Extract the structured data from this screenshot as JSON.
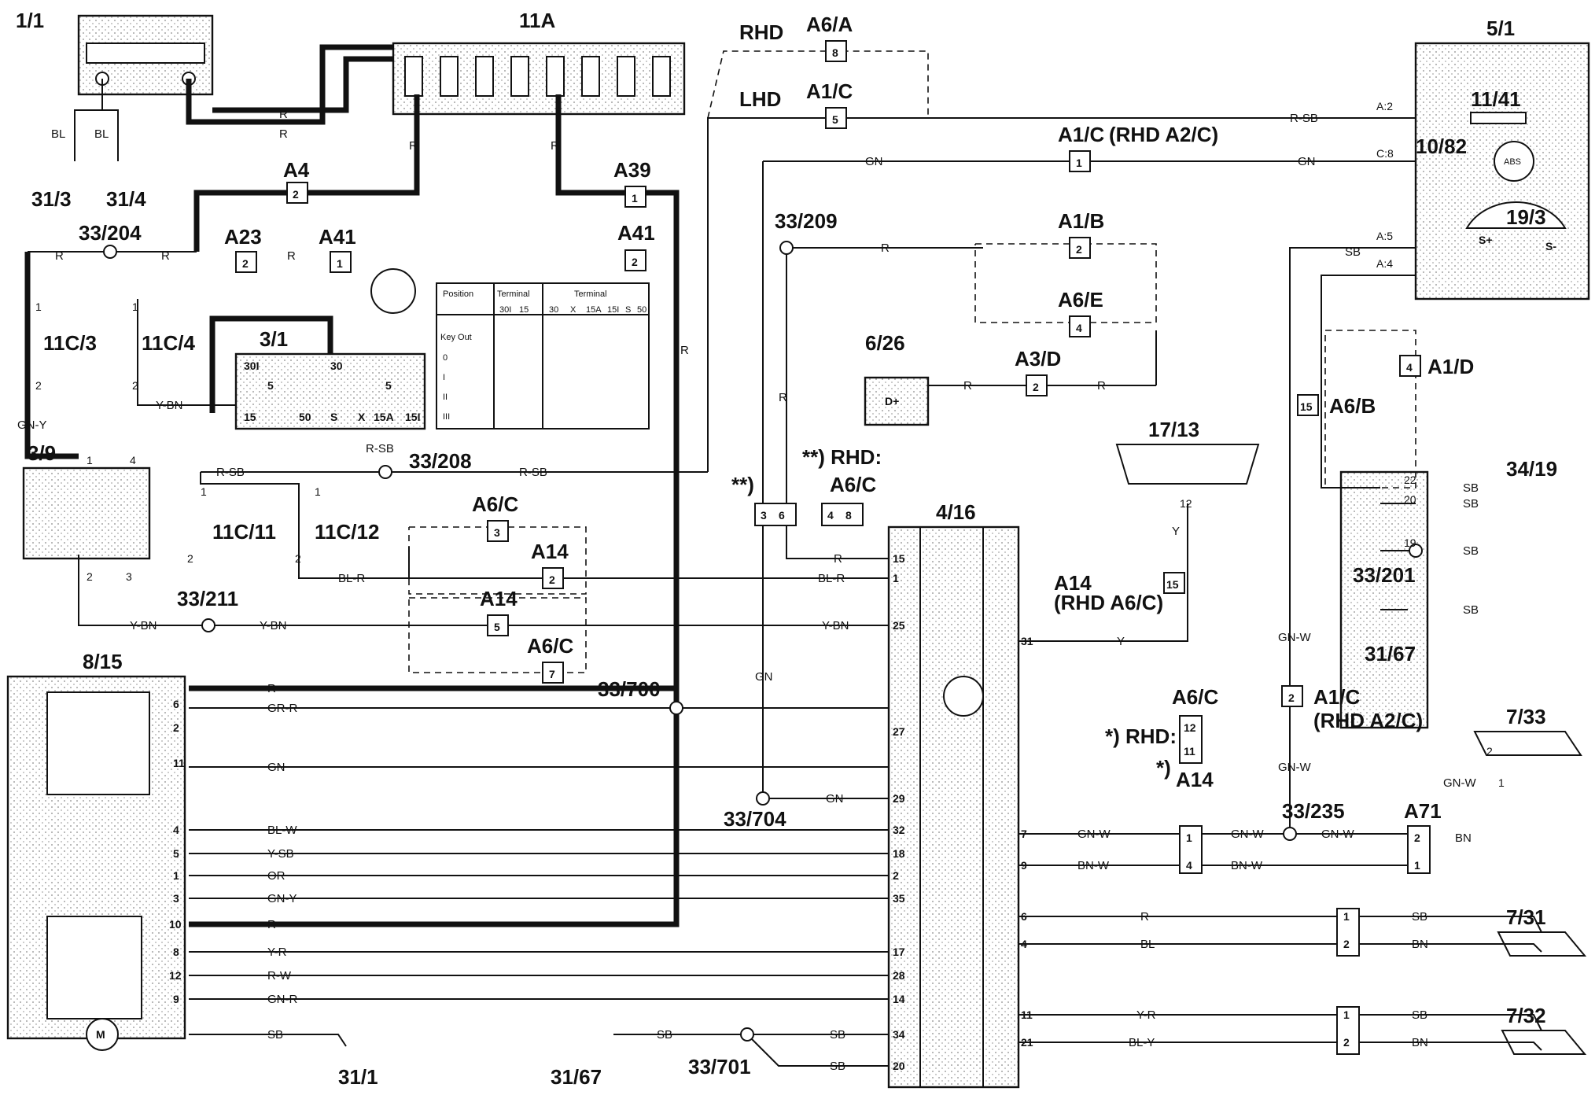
{
  "labels": {
    "c1_1": "1/1",
    "c11A": "11A",
    "c5_1": "5/1",
    "c3_1": "3/1",
    "c3_9": "3/9",
    "c8_15": "8/15",
    "c4_16": "4/16",
    "c6_26": "6/26",
    "c17_13": "17/13",
    "c34_19": "34/19",
    "c7_33": "7/33",
    "c7_31": "7/31",
    "c7_32": "7/32",
    "c11_41": "11/41",
    "c10_82": "10/82",
    "c19_3": "19/3",
    "c11C3": "11C/3",
    "c11C4": "11C/4",
    "c11C11": "11C/11",
    "c11C12": "11C/12",
    "g31_3": "31/3",
    "g31_4": "31/4",
    "g31_1": "31/1",
    "g31_67a": "31/67",
    "g31_67b": "31/67",
    "s33_204": "33/204",
    "s33_209": "33/209",
    "s33_208": "33/208",
    "s33_211": "33/211",
    "s33_700": "33/700",
    "s33_704": "33/704",
    "s33_701": "33/701",
    "s33_235": "33/235",
    "s33_201": "33/201",
    "A4": "A4",
    "A23": "A23",
    "A41a": "A41",
    "A39": "A39",
    "A41b": "A41",
    "A6A": "A6/A",
    "A1Ca": "A1/C",
    "A1Cb": "A1/C",
    "rhd_a2c_a": "(RHD A2/C)",
    "A1B": "A1/B",
    "A6E": "A6/E",
    "A3D": "A3/D",
    "A1D": "A1/D",
    "A6B": "A6/B",
    "A1Cc": "A1/C",
    "rhd_a2c_b": "(RHD A2/C)",
    "A71": "A71",
    "A6Ca": "A6/C",
    "A14a": "A14",
    "A14b": "A14",
    "A6Cb": "A6/C",
    "A14c": "A14",
    "rhd_a6c": "(RHD A6/C)",
    "A14d": "A14",
    "rhd_note_a": "**) RHD:",
    "A6Cc": "A6/C",
    "note_star2": "**)",
    "rhd_note_b": "*) RHD:",
    "A6Cd": "A6/C",
    "note_star": "*)",
    "LHD": "LHD",
    "RHD": "RHD"
  },
  "wires": {
    "R": "R",
    "BL": "BL",
    "GN": "GN",
    "SB": "SB",
    "Y": "Y",
    "GN-Y": "GN-Y",
    "Y-BN": "Y-BN",
    "R-SB": "R-SB",
    "BL-R": "BL-R",
    "GR-R": "GR-R",
    "BL-W": "BL-W",
    "Y-SB": "Y-SB",
    "OR": "OR",
    "Y-R": "Y-R",
    "R-W": "R-W",
    "GN-R": "GN-R",
    "GN-W": "GN-W",
    "BN-W": "BN-W",
    "BN": "BN",
    "BL-Y": "BL-Y"
  },
  "pins": {
    "a2": "A:2",
    "c8": "C:8",
    "a5": "A:5",
    "a4": "A:4",
    "splus": "S+",
    "sminus": "S-",
    "p30": "30",
    "p30I": "30I",
    "p5": "5",
    "p15": "15",
    "p50": "50",
    "pS": "S",
    "pX": "X",
    "p15A": "15A",
    "p15I": "15I",
    "d_plus": "D+",
    "abs": "ABS",
    "motor": "M"
  },
  "numbers": {
    "n1": "1",
    "n2": "2",
    "n3": "3",
    "n4": "4",
    "n5": "5",
    "n6": "6",
    "n7": "7",
    "n8": "8",
    "n9": "9",
    "n10": "10",
    "n11": "11",
    "n12": "12",
    "n14": "14",
    "n15": "15",
    "n17": "17",
    "n18": "18",
    "n19": "19",
    "n20": "20",
    "n21": "21",
    "n22": "22",
    "n25": "25",
    "n27": "27",
    "n28": "28",
    "n29": "29",
    "n31": "31",
    "n32": "32",
    "n34": "34",
    "n35": "35"
  },
  "ignition_table": {
    "position": "Position",
    "terminal": "Terminal",
    "rows": [
      "Key Out",
      "0",
      "I",
      "II",
      "III"
    ],
    "cols_a": [
      "30I",
      "15"
    ],
    "cols_b": [
      "30",
      "X",
      "15A",
      "15I",
      "S",
      "50"
    ]
  }
}
